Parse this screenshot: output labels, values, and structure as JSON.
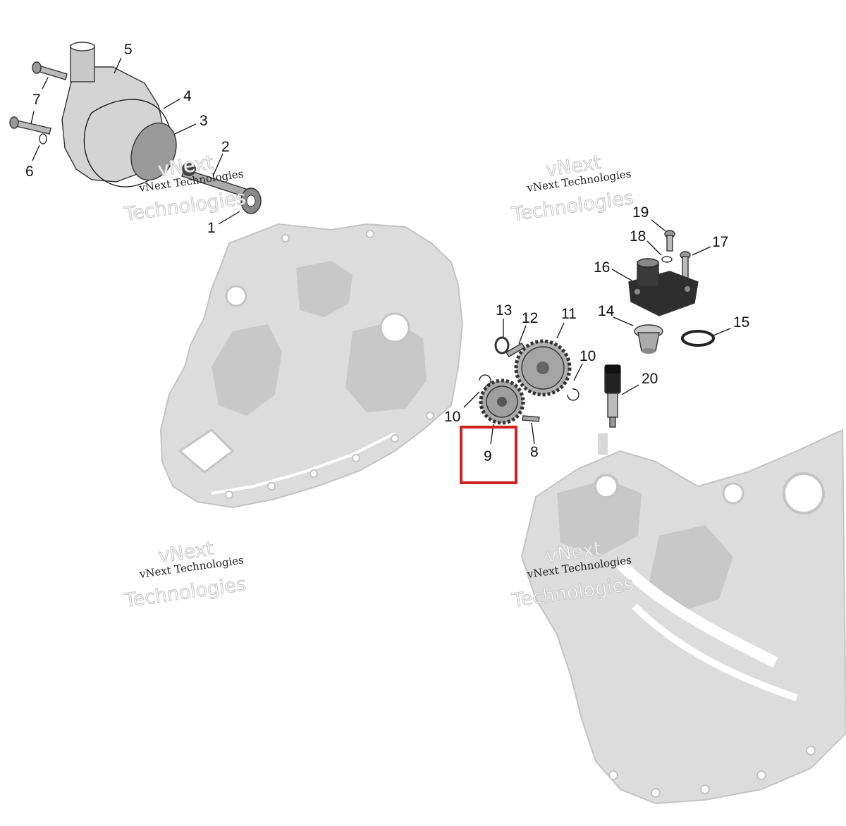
{
  "callouts": [
    {
      "id": "1",
      "label": "1"
    },
    {
      "id": "2",
      "label": "2"
    },
    {
      "id": "3",
      "label": "3"
    },
    {
      "id": "4",
      "label": "4"
    },
    {
      "id": "5",
      "label": "5"
    },
    {
      "id": "6",
      "label": "6"
    },
    {
      "id": "7",
      "label": "7"
    },
    {
      "id": "8",
      "label": "8"
    },
    {
      "id": "9",
      "label": "9"
    },
    {
      "id": "10a",
      "label": "10"
    },
    {
      "id": "10b",
      "label": "10"
    },
    {
      "id": "11",
      "label": "11"
    },
    {
      "id": "12",
      "label": "12"
    },
    {
      "id": "13",
      "label": "13"
    },
    {
      "id": "14",
      "label": "14"
    },
    {
      "id": "15",
      "label": "15"
    },
    {
      "id": "16",
      "label": "16"
    },
    {
      "id": "17",
      "label": "17"
    },
    {
      "id": "18",
      "label": "18"
    },
    {
      "id": "19",
      "label": "19"
    },
    {
      "id": "20",
      "label": "20"
    }
  ],
  "highlight": {
    "callout": "9",
    "color": "#d0201f"
  },
  "watermark": {
    "line1": "vNext",
    "line2": "vNext Technologies",
    "line3": "Technologies"
  },
  "colors": {
    "ghost_engine": "#dcdcdc",
    "part_gray": "#9a9a9a",
    "part_dark": "#333333"
  }
}
